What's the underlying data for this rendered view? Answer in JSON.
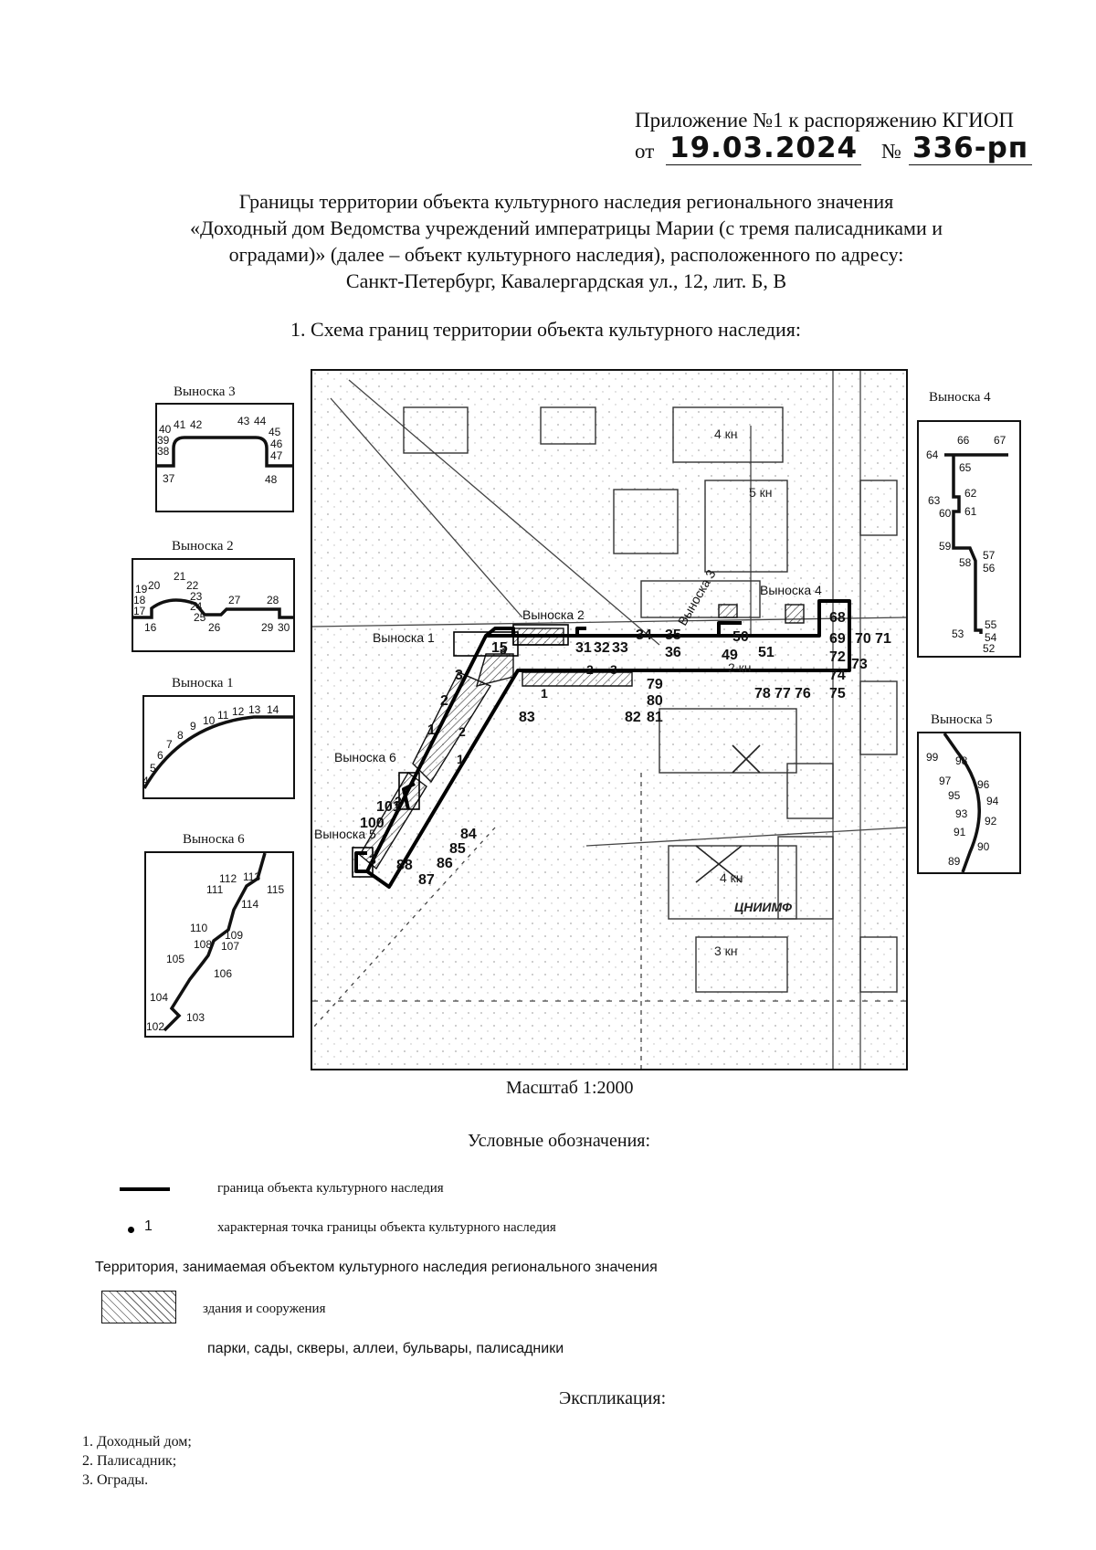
{
  "header": {
    "line1": "Приложение №1 к распоряжению КГИОП",
    "date_prefix": "от",
    "date": "19.03.2024",
    "number_prefix": "№",
    "number": "336-рп"
  },
  "title": {
    "line1": "Границы территории объекта культурного наследия регионального значения",
    "line2": "«Доходный дом Ведомства учреждений императрицы Марии (с тремя палисадниками и",
    "line3": "оградами)» (далее – объект культурного наследия), расположенного по адресу:",
    "line4": "Санкт-Петербург, Кавалергардская ул., 12, лит. Б, В"
  },
  "section_heading": "1.   Схема границ территории объекта культурного наследия:",
  "callouts": {
    "c1": {
      "title": "Выноска 1",
      "points": [
        "4",
        "5",
        "6",
        "7",
        "8",
        "9",
        "10",
        "11",
        "12",
        "13",
        "14"
      ]
    },
    "c2": {
      "title": "Выноска 2",
      "points": [
        "16",
        "17",
        "18",
        "19",
        "20",
        "21",
        "22",
        "23",
        "24",
        "25",
        "26",
        "27",
        "28",
        "29",
        "30"
      ]
    },
    "c3": {
      "title": "Выноска 3",
      "points": [
        "37",
        "38",
        "39",
        "40",
        "41",
        "42",
        "43",
        "44",
        "45",
        "46",
        "47",
        "48"
      ]
    },
    "c4": {
      "title": "Выноска 4",
      "points": [
        "52",
        "53",
        "54",
        "55",
        "56",
        "57",
        "58",
        "59",
        "60",
        "61",
        "62",
        "63",
        "64",
        "65",
        "66",
        "67"
      ]
    },
    "c5": {
      "title": "Выноска 5",
      "points": [
        "89",
        "90",
        "91",
        "92",
        "93",
        "94",
        "95",
        "96",
        "97",
        "98",
        "99"
      ]
    },
    "c6": {
      "title": "Выноска 6",
      "points": [
        "102",
        "103",
        "104",
        "105",
        "106",
        "107",
        "108",
        "109",
        "110",
        "111",
        "112",
        "113",
        "114",
        "115"
      ]
    }
  },
  "map": {
    "callout_refs": [
      "Выноска 1",
      "Выноска 2",
      "Выноска 3",
      "Выноска 4",
      "Выноска 5",
      "Выноска 6"
    ],
    "points": [
      "1",
      "2",
      "3",
      "15",
      "31",
      "32",
      "33",
      "34",
      "35",
      "36",
      "49",
      "50",
      "51",
      "68",
      "69",
      "70",
      "71",
      "72",
      "73",
      "74",
      "75",
      "76",
      "77",
      "78",
      "79",
      "80",
      "81",
      "82",
      "83",
      "84",
      "85",
      "86",
      "87",
      "88",
      "100",
      "101"
    ],
    "area_numbers": [
      "1",
      "2",
      "3"
    ],
    "street_labels": [
      "ЦНИИМФ",
      "5 кн",
      "4 кн",
      "3 кн",
      "2 кн"
    ]
  },
  "scale": "Масштаб 1:2000",
  "legend": {
    "heading": "Условные обозначения:",
    "boundary_label": "граница объекта культурного наследия",
    "point_marker": "1",
    "point_label": "характерная точка границы объекта культурного наследия",
    "territory_label": "Территория, занимаемая объектом культурного наследия регионального значения",
    "buildings_label": "здания и сооружения",
    "parks_label": "парки, сады, скверы, аллеи, бульвары, палисадники"
  },
  "explication": {
    "heading": "Экспликация:",
    "items": [
      "1. Доходный дом;",
      "2. Палисадник;",
      "3. Ограды."
    ]
  }
}
